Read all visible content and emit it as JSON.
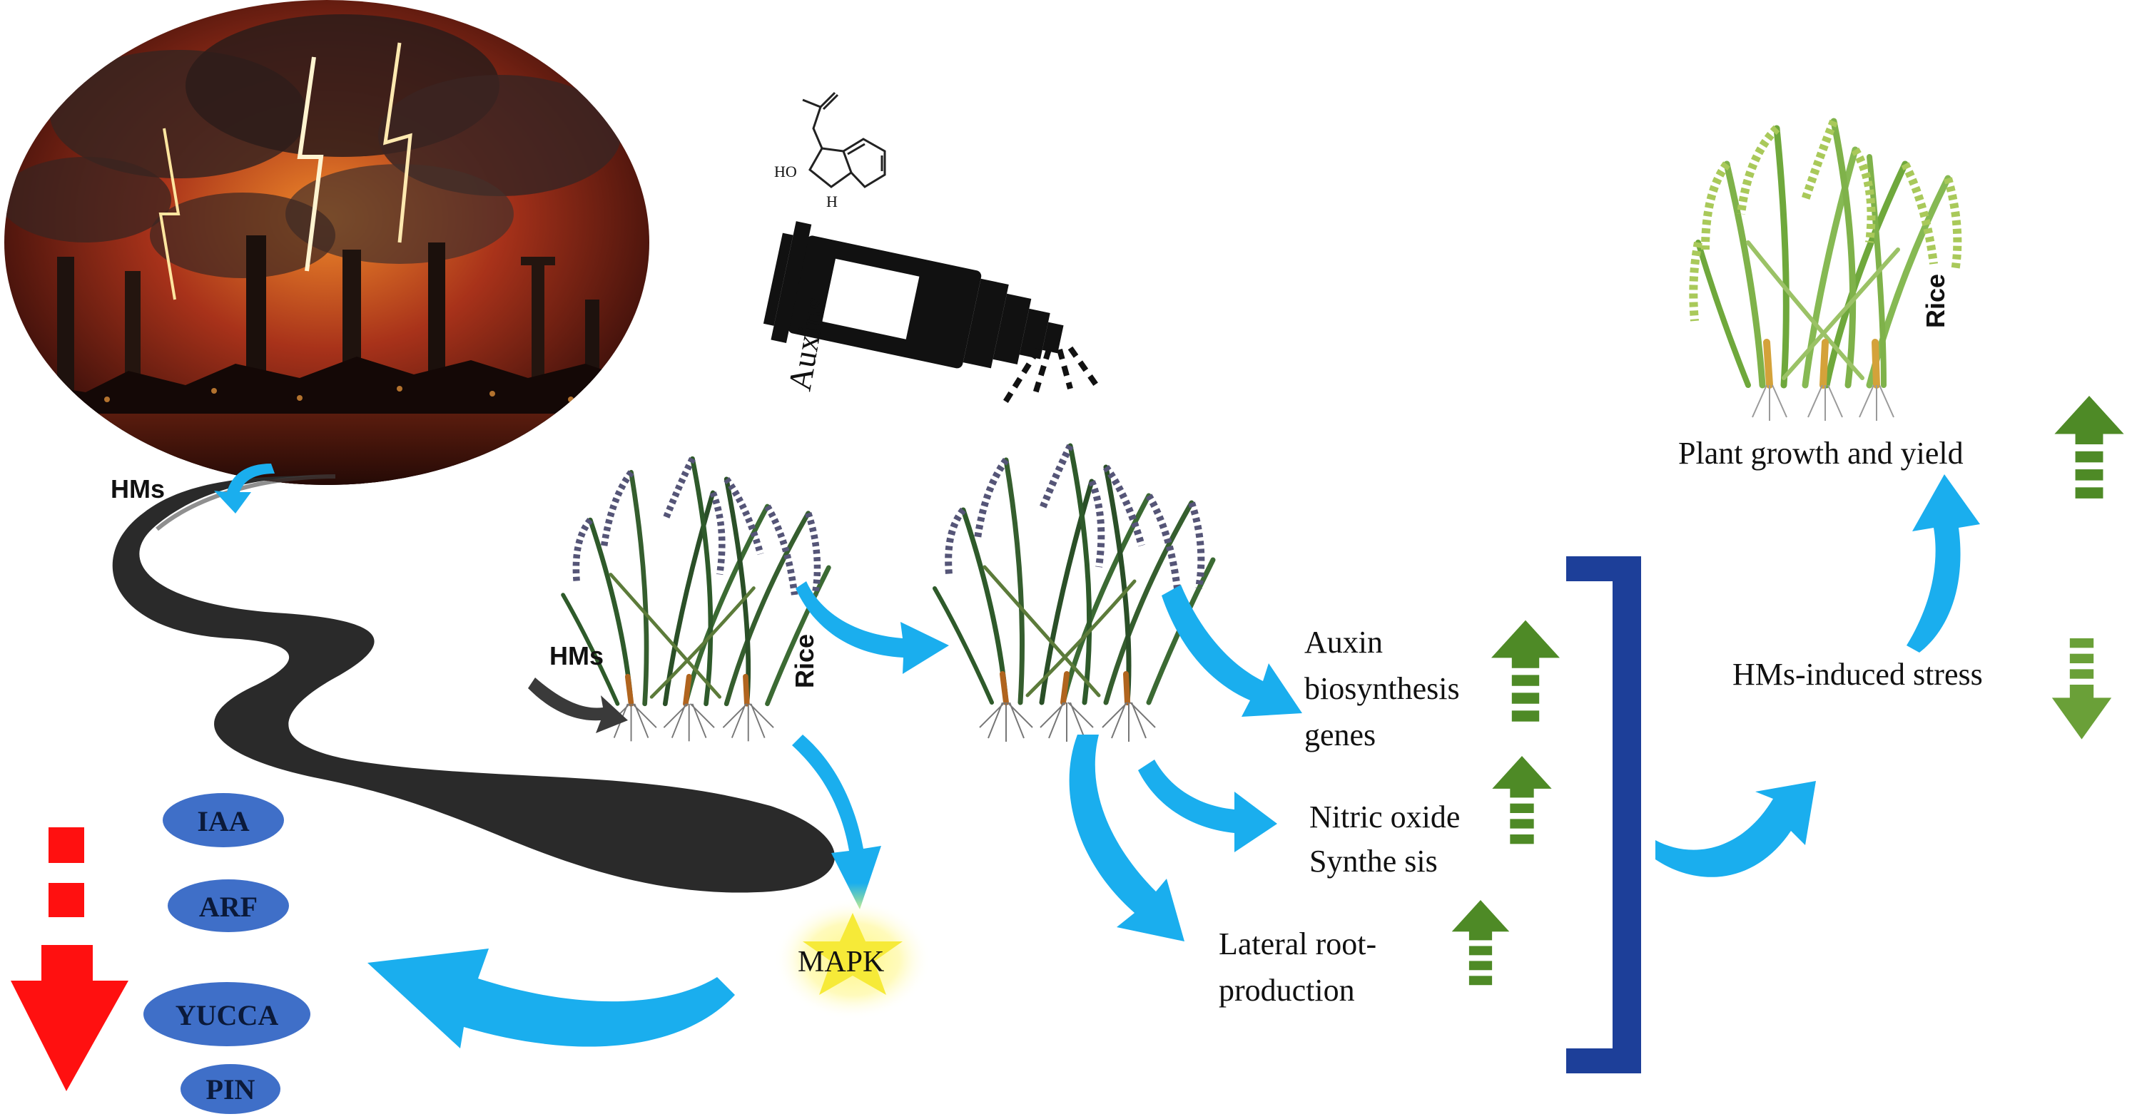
{
  "labels": {
    "hms_top": "HMs",
    "hms_side": "HMs",
    "rice_left": "Rice",
    "rice_right": "Rice",
    "auxins": "Auxins",
    "mapk": "MAPK",
    "auxin_genes_1": "Auxin",
    "auxin_genes_2": "biosynthesis",
    "auxin_genes_3": "genes",
    "nitric_1": "Nitric oxide",
    "nitric_2": "Synthe sis",
    "lateral_1": "Lateral root-",
    "lateral_2": "production",
    "plant_growth": "Plant growth and yield",
    "hms_stress": "HMs-induced stress"
  },
  "genes": [
    "IAA",
    "ARF",
    "YUCCA",
    "PIN"
  ],
  "molecule": {
    "oh": "HO",
    "nh": "H"
  },
  "colors": {
    "blue_arrow": "#1aaeee",
    "green_arrow": "#4e8a26",
    "red_arrow": "#ff1010",
    "bracket": "#1d3f99",
    "ellipse": "#3f6fc8",
    "road": "#222222",
    "star": "#f6ea38"
  },
  "icons": [
    "factory-pollution-image",
    "road-path",
    "rice-plant-icon",
    "sprayer-icon",
    "indole-acetic-acid-structure",
    "up-arrow-icon",
    "down-arrow-icon",
    "curved-arrow-icon"
  ]
}
